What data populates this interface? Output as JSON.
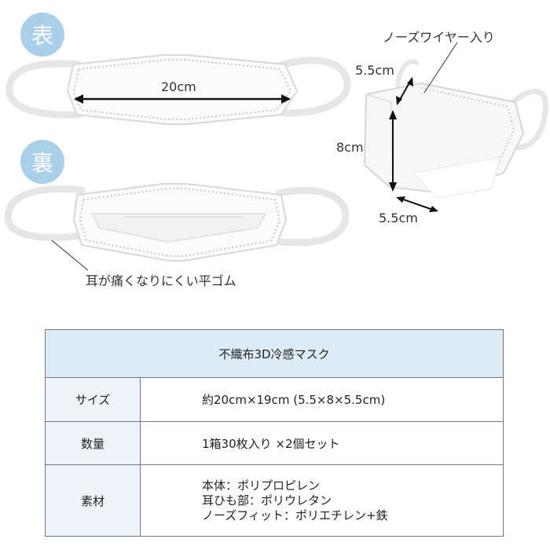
{
  "colors": {
    "badge": "#a9cfe9",
    "header_bg": "#dcebf5",
    "header_col_bg": "#ecf4fa",
    "border": "#777777"
  },
  "badges": {
    "front": "表",
    "back": "裏"
  },
  "labels": {
    "width": "20cm",
    "nose_wire": "ノーズワイヤー入り",
    "top_depth": "5.5cm",
    "height": "8cm",
    "bottom_depth": "5.5cm",
    "ear_loop": "耳が痛くなりにくい平ゴム"
  },
  "spec_table": {
    "title": "不織布3D冷感マスク",
    "rows": [
      {
        "header": "サイズ",
        "value": "約20cm×19cm (5.5×8×5.5cm)"
      },
      {
        "header": "数量",
        "value": "1箱30枚入り ×2個セット"
      },
      {
        "header": "素材",
        "values": [
          "本体：ポリプロピレン",
          "耳ひも部：ポリウレタン",
          "ノーズフィット：ポリエチレン+鉄"
        ]
      }
    ]
  }
}
